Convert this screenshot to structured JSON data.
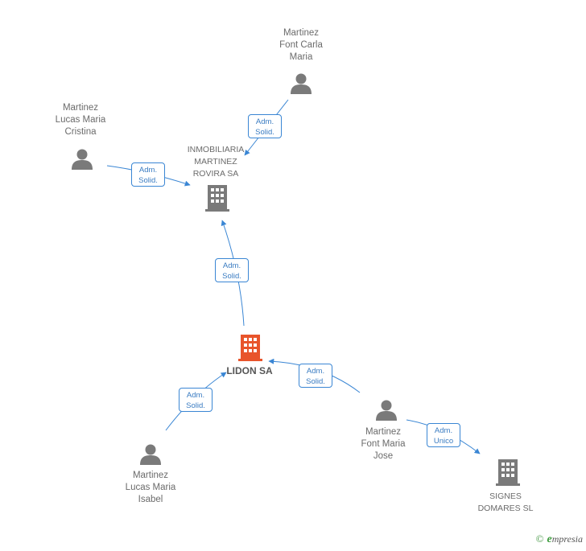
{
  "colors": {
    "edge": "#3a86d4",
    "person": "#7a7a7a",
    "company": "#7a7a7a",
    "focus_company": "#e8542b"
  },
  "nodes": {
    "font_carla": {
      "label": "Martinez\nFont Carla\nMaria",
      "icon": "person-icon"
    },
    "lucas_cristina": {
      "label": "Martinez\nLucas Maria\nCristina",
      "icon": "person-icon"
    },
    "inmobiliaria": {
      "label": "INMOBILIARIA\nMARTINEZ\nROVIRA SA",
      "icon": "building-icon"
    },
    "lidon": {
      "label": "LIDON SA",
      "icon": "building-icon"
    },
    "lucas_isabel": {
      "label": "Martinez\nLucas Maria\nIsabel",
      "icon": "person-icon"
    },
    "font_jose": {
      "label": "Martinez\nFont Maria\nJose",
      "icon": "person-icon"
    },
    "signes": {
      "label": "SIGNES\nDOMARES SL",
      "icon": "building-icon"
    }
  },
  "edges": [
    {
      "from": "font_carla",
      "to": "inmobiliaria",
      "label": "Adm.\nSolid."
    },
    {
      "from": "lucas_cristina",
      "to": "inmobiliaria",
      "label": "Adm.\nSolid."
    },
    {
      "from": "lidon",
      "to": "inmobiliaria",
      "label": "Adm.\nSolid."
    },
    {
      "from": "font_jose",
      "to": "lidon",
      "label": "Adm.\nSolid."
    },
    {
      "from": "lucas_isabel",
      "to": "lidon",
      "label": "Adm.\nSolid."
    },
    {
      "from": "font_jose",
      "to": "signes",
      "label": "Adm.\nUnico"
    }
  ],
  "footer": {
    "copyright": "©",
    "brand_initial": "e",
    "brand_rest": "mpresia"
  }
}
